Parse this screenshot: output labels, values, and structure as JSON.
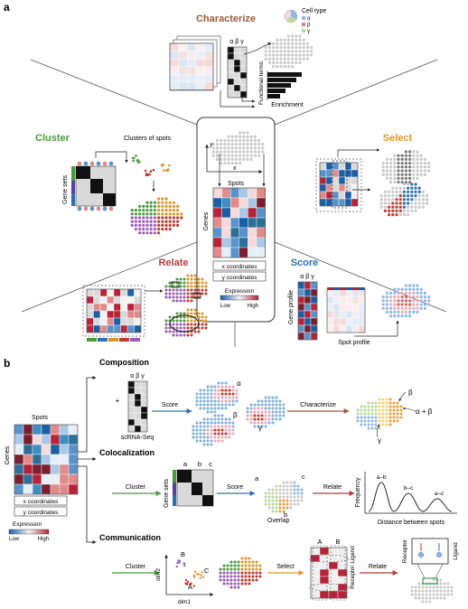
{
  "panel_a": {
    "label": "a",
    "center": {
      "y_axis": "y",
      "x_axis": "x",
      "spots_label": "Spots",
      "genes_label": "Genes",
      "x_coords": "x coordinates",
      "y_coords": "y coordinates",
      "expression_title": "Expression",
      "low": "Low",
      "high": "High"
    },
    "characterize": {
      "title": "Characterize",
      "greek": "α β γ",
      "cell_type_title": "Cell type",
      "cell_types": [
        "α",
        "β",
        "γ"
      ],
      "functional_terms": "Functional terms",
      "enrichment": "Enrichment"
    },
    "cluster": {
      "title": "Cluster",
      "clusters_of_spots": "Clusters of spots",
      "gene_sets": "Gene sets"
    },
    "select": {
      "title": "Select"
    },
    "relate": {
      "title": "Relate"
    },
    "score": {
      "title": "Score",
      "greek": "α β γ",
      "gene_profile": "Gene profile",
      "spot_profile": "Spot profile"
    }
  },
  "panel_b": {
    "label": "b",
    "left": {
      "spots_label": "Spots",
      "genes_label": "Genes",
      "x_coords": "x coordinates",
      "y_coords": "y coordinates",
      "expression_title": "Expression",
      "low": "Low",
      "high": "High"
    },
    "composition": {
      "title": "Composition",
      "greek": "α β γ",
      "plus": "+",
      "scrna": "scRNA-Seq",
      "score": "Score",
      "alpha": "α",
      "beta": "β",
      "gamma": "γ",
      "characterize": "Characterize",
      "alpha_plus_beta": "α + β"
    },
    "colocalization": {
      "title": "Colocalization",
      "cluster": "Cluster",
      "gene_sets": "Gene sets",
      "cols": [
        "a",
        "b",
        "c"
      ],
      "score": "Score",
      "a": "a",
      "b": "b",
      "c": "c",
      "overlap": "Overlap",
      "relate": "Relate",
      "frequency": "Frequency",
      "distance": "Distance between spots",
      "peaks": [
        "a–b",
        "b–c",
        "a–c"
      ]
    },
    "communication": {
      "title": "Communication",
      "cluster": "Cluster",
      "dim1": "dim1",
      "dim2": "dim2",
      "A": "A",
      "B": "B",
      "C": "C",
      "select": "Select",
      "col_A": "A",
      "col_B": "B",
      "receptor_ligand": "Receptor Ligand",
      "relate": "Relate",
      "receptor": "Receptor",
      "ligand": "Ligand"
    }
  }
}
